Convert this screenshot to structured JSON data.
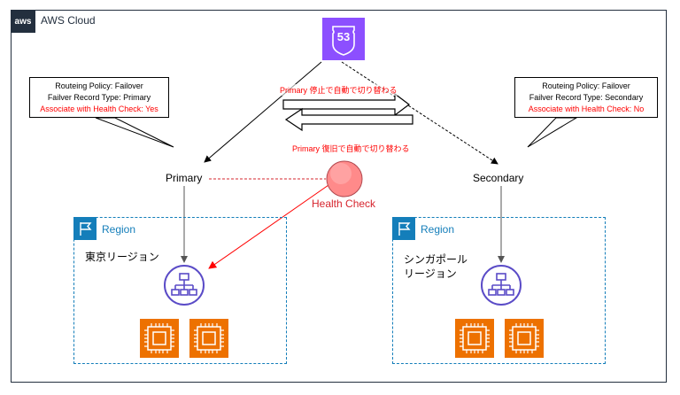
{
  "cloud": {
    "badge": "aws",
    "title": "AWS Cloud"
  },
  "route53": {
    "icon": "route53-icon",
    "number": "53"
  },
  "primary_callout": {
    "line1": "Routeing Policy: Failover",
    "line2": "Failver Record Type: Primary",
    "line3": "Associate with Health Check: Yes"
  },
  "secondary_callout": {
    "line1": "Routeing Policy: Failover",
    "line2": "Failver Record Type: Secondary",
    "line3": "Associate with  Health Check: No"
  },
  "arrows": {
    "failover_text": "Primary 停止で自動で切り替わる",
    "failback_text": "Primary 復旧で自動で切り替わる"
  },
  "nodes": {
    "primary": "Primary",
    "secondary": "Secondary"
  },
  "health_check": {
    "label": "Health Check"
  },
  "regions": [
    {
      "title": "Region",
      "location": "東京リージョン"
    },
    {
      "title": "Region",
      "location_line1": "シンガポール",
      "location_line2": "リージョン"
    }
  ],
  "colors": {
    "aws_dark": "#232f3e",
    "region_blue": "#147eba",
    "route53_purple": "#8c4fff",
    "ec2_orange": "#ed7100",
    "health_red": "#ff0000"
  }
}
